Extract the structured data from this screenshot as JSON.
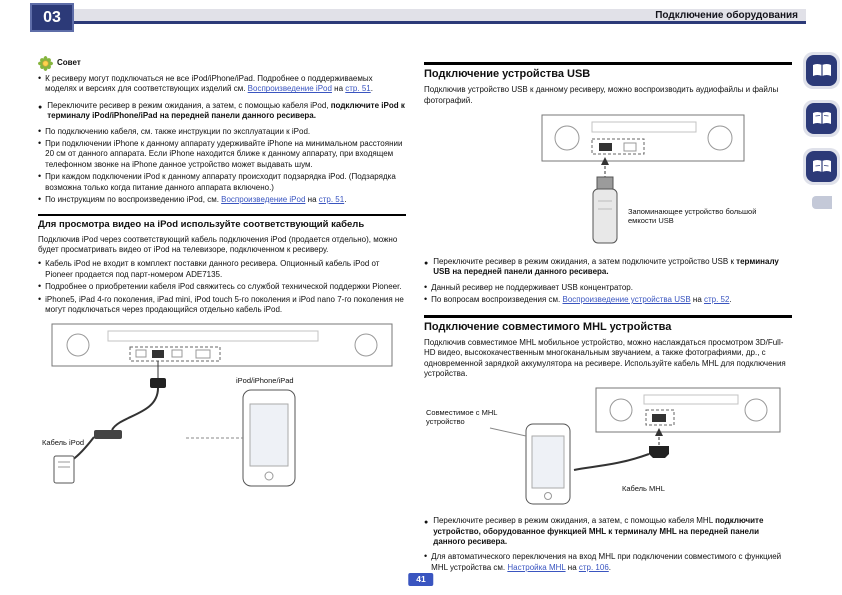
{
  "page": {
    "chapter": "03",
    "header_title": "Подключение оборудования",
    "page_number": "41"
  },
  "colors": {
    "accent_navy": "#2c3a78",
    "link_blue": "#3a55c0"
  },
  "sidebar": {
    "icons": [
      "open-book-icon",
      "open-book-icon",
      "open-book-icon"
    ],
    "small_tab": "half-tab"
  },
  "left": {
    "tip_label": "Совет",
    "tip_note": {
      "pre": "К ресиверу могут подключаться не все iPod/iPhone/iPad. Подробнее о поддерживаемых моделях и версиях для соответствующих изделий см. ",
      "link": "Воспроизведение iPod",
      "mid": " на ",
      "page": "стр. 51",
      "end": "."
    },
    "step": {
      "normal": "Переключите ресивер в режим ожидания, а затем, с помощью кабеля iPod, ",
      "bold": "подключите iPod к терминалу iPod/iPhone/iPad на передней панели данного ресивера."
    },
    "notes": [
      {
        "text": "По подключению кабеля, см. также инструкции по эксплуатации к iPod."
      },
      {
        "text": "При подключении iPhone к данному аппарату удерживайте iPhone на минимальном расстоянии 20 см от данного аппарата. Если iPhone находится ближе к данному аппарату, при входящем телефонном звонке на iPhone данное устройство может выдавать шум."
      },
      {
        "text": "При каждом подключении iPod к данному аппарату происходит подзарядка iPod. (Подзарядка возможна только когда питание данного аппарата включено.)"
      },
      {
        "pre": "По инструкциям по воспроизведению iPod, см. ",
        "link": "Воспроизведение iPod",
        "mid": " на ",
        "page": "стр. 51",
        "end": "."
      }
    ],
    "section2": {
      "title": "Для просмотра видео на iPod используйте соответствующий кабель",
      "body": "Подключив iPod через соответствующий кабель подключения iPod (продается отдельно), можно будет просматривать видео от iPod на телевизоре, подключенном к ресиверу.",
      "notes": [
        "Кабель iPod не входит в комплект поставки данного ресивера. Опционный кабель iPod от Pioneer продается под парт-номером ADE7135.",
        "Подробнее о приобретении кабеля iPod свяжитесь со службой технической поддержки Pioneer.",
        "iPhone5, iPad 4-го поколения, iPad mini, iPod touch 5-го поколения и iPod nano 7-го поколения не могут подключаться через продающийся отдельно кабель iPod."
      ],
      "figure": {
        "device_label": "iPod/iPhone/iPad",
        "cable_label": "Кабель iPod"
      }
    }
  },
  "right": {
    "usb": {
      "title": "Подключение устройства USB",
      "body": "Подключив устройство USB к данному ресиверу, можно воспроизводить аудиофайлы и файлы фотографий.",
      "figure_label": "Запоминающее устройство большой емкости USB",
      "step": {
        "normal": "Переключите ресивер в режим ожидания, а затем подключите устройство USB к ",
        "bold": "терминалу USB на передней панели данного ресивера."
      },
      "notes": [
        {
          "text": "Данный ресивер не поддерживает USB концентратор."
        },
        {
          "pre": "По вопросам воспроизведения см. ",
          "link": "Воспроизведение устройства USB",
          "mid": " на ",
          "page": "стр. 52",
          "end": "."
        }
      ]
    },
    "mhl": {
      "title": "Подключение совместимого MHL устройства",
      "body": "Подключив совместимое MHL мобильное устройство, можно наслаждаться просмотром 3D/Full-HD видео, высококачественным многоканальным звучанием, а также фотографиями, др., с одновременной зарядкой аккумулятора на ресивере. Используйте кабель MHL для подключения устройства.",
      "figure": {
        "device_label": "Совместимое с MHL устройство",
        "cable_label": "Кабель MHL"
      },
      "step": {
        "normal": "Переключите ресивер в режим ожидания, а затем, с помощью кабеля MHL ",
        "bold": "подключите устройство, оборудованное функцией MHL к терминалу MHL на передней панели данного ресивера."
      },
      "notes": [
        {
          "pre": "Для автоматического переключения на вход MHL при подключении совместимого с функцией MHL устройства см. ",
          "link": "Настройка MHL",
          "mid": " на ",
          "page": "стр. 106",
          "end": "."
        }
      ]
    }
  }
}
